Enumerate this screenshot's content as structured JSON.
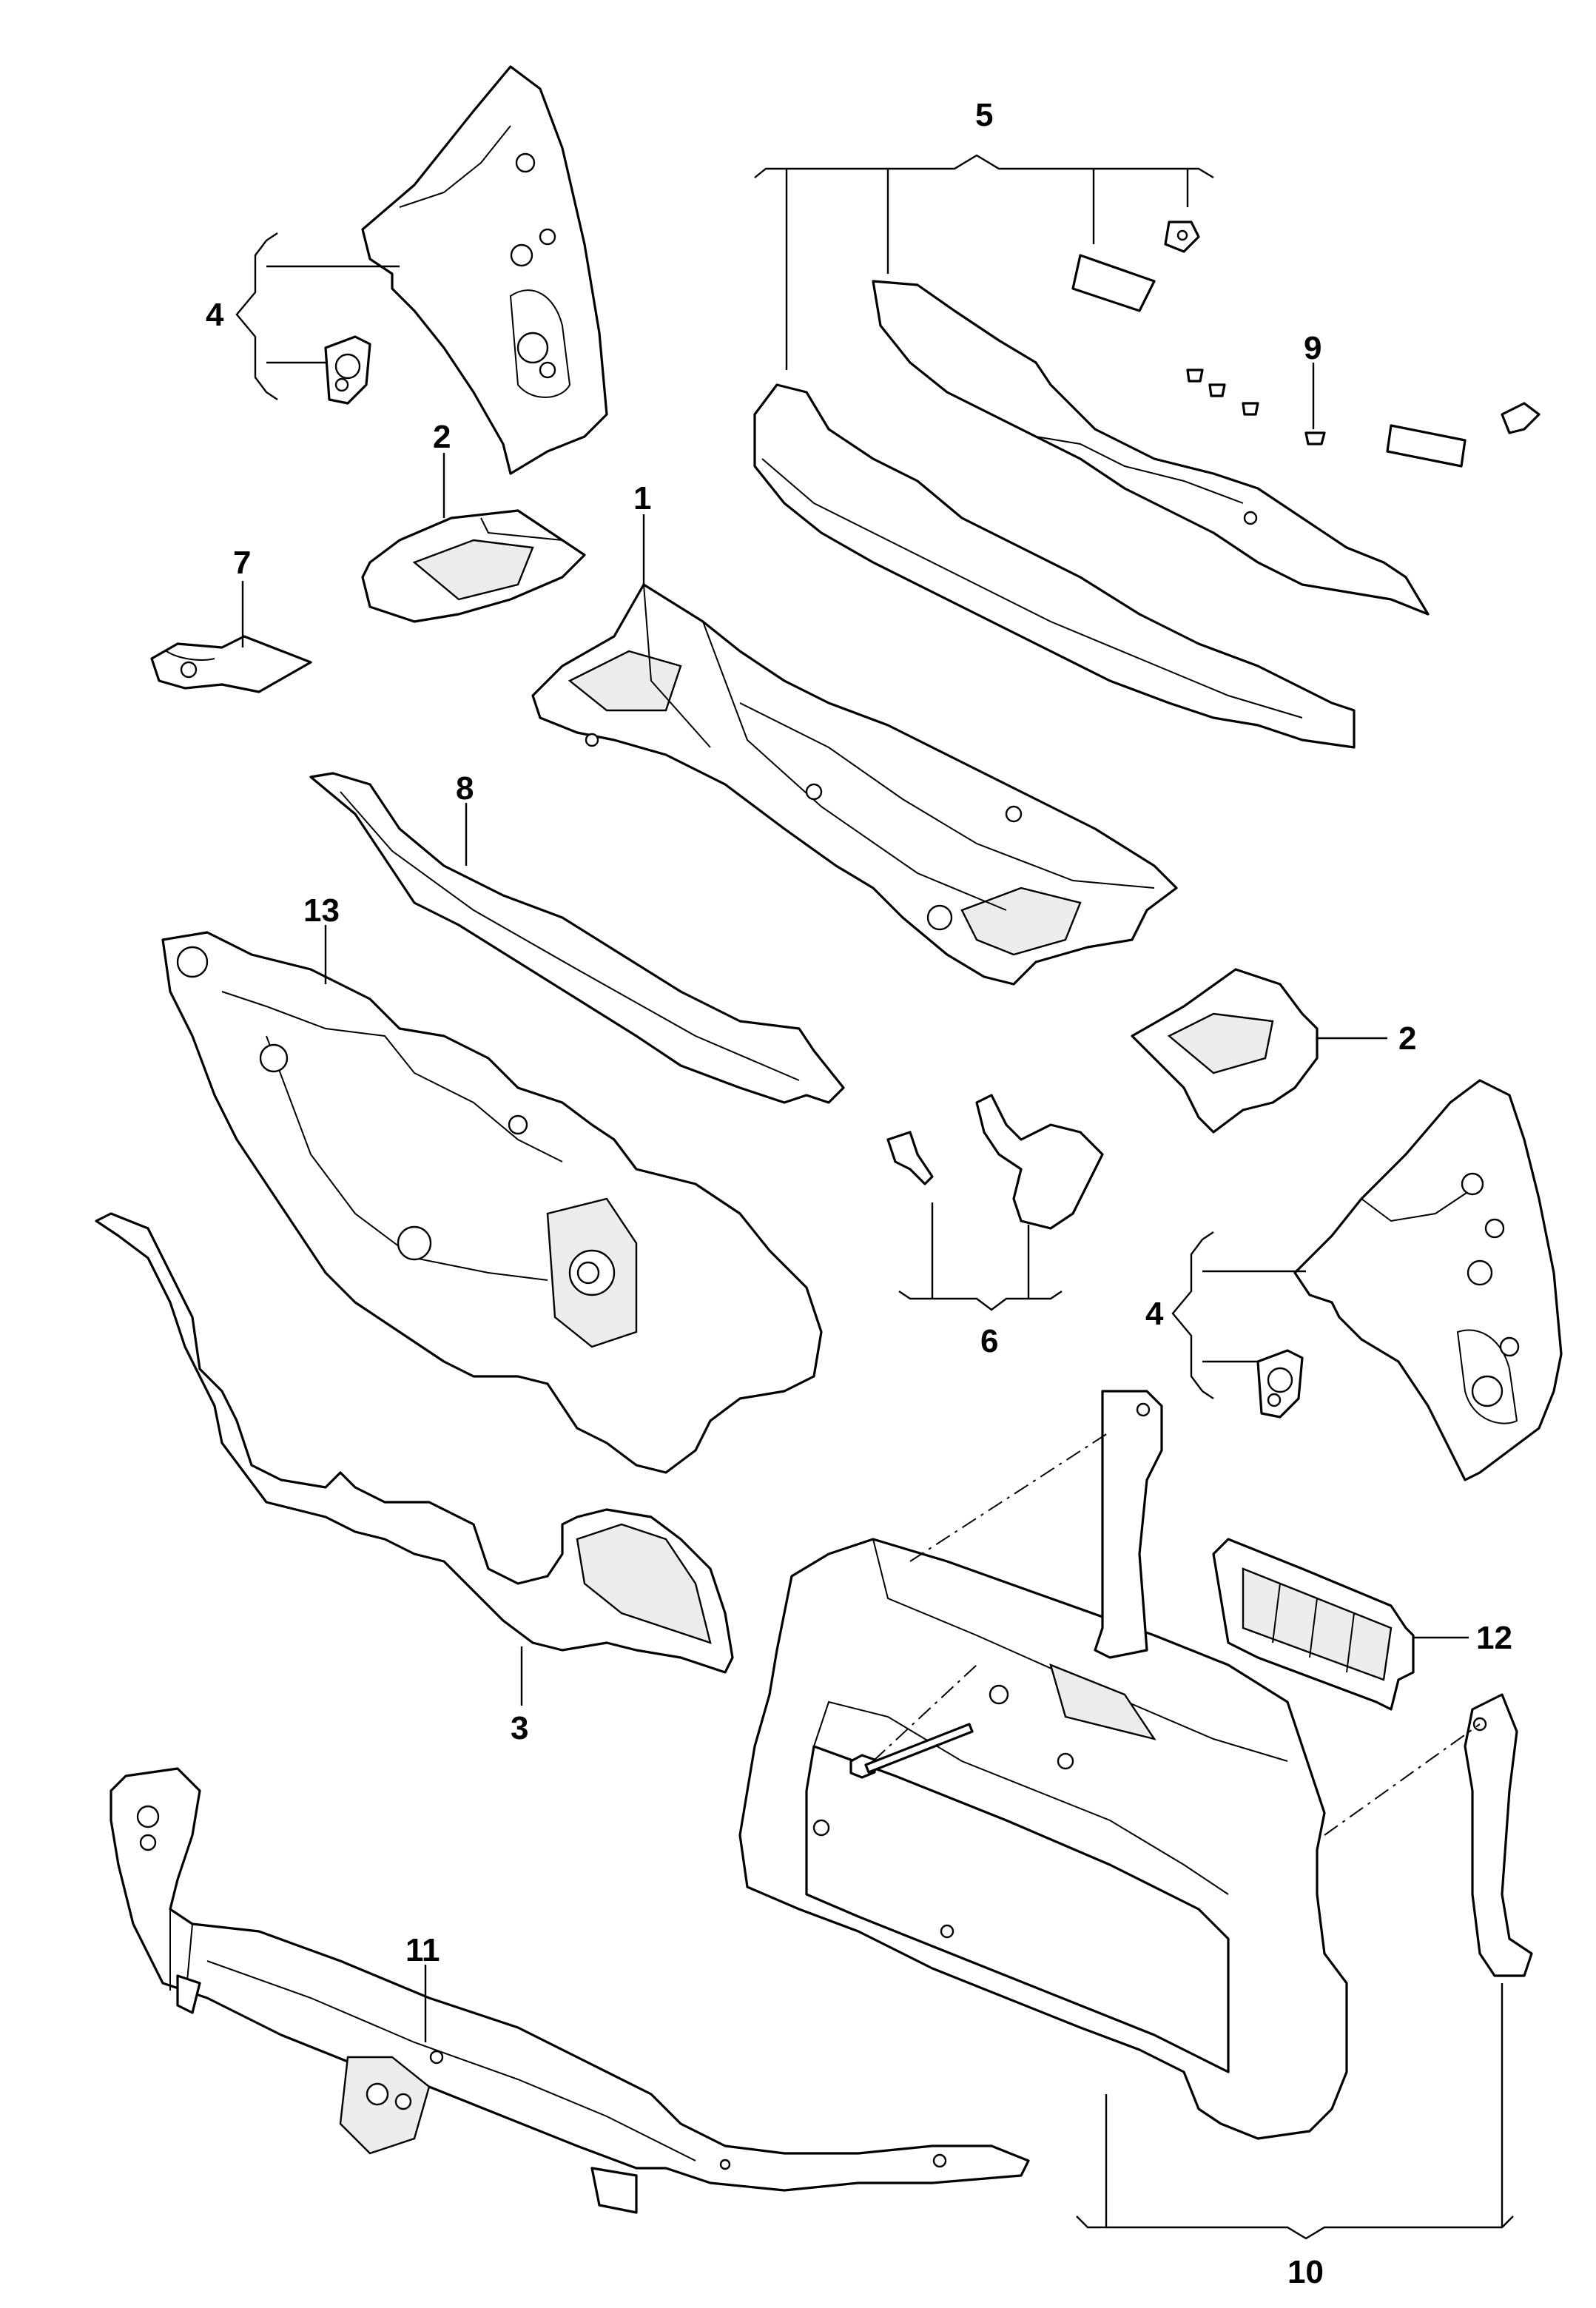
{
  "callouts": {
    "c1": "1",
    "c2a": "2",
    "c2b": "2",
    "c3": "3",
    "c4a": "4",
    "c4b": "4",
    "c5": "5",
    "c6": "6",
    "c7": "7",
    "c8": "8",
    "c9": "9",
    "c10": "10",
    "c11": "11",
    "c12": "12",
    "c13": "13"
  }
}
